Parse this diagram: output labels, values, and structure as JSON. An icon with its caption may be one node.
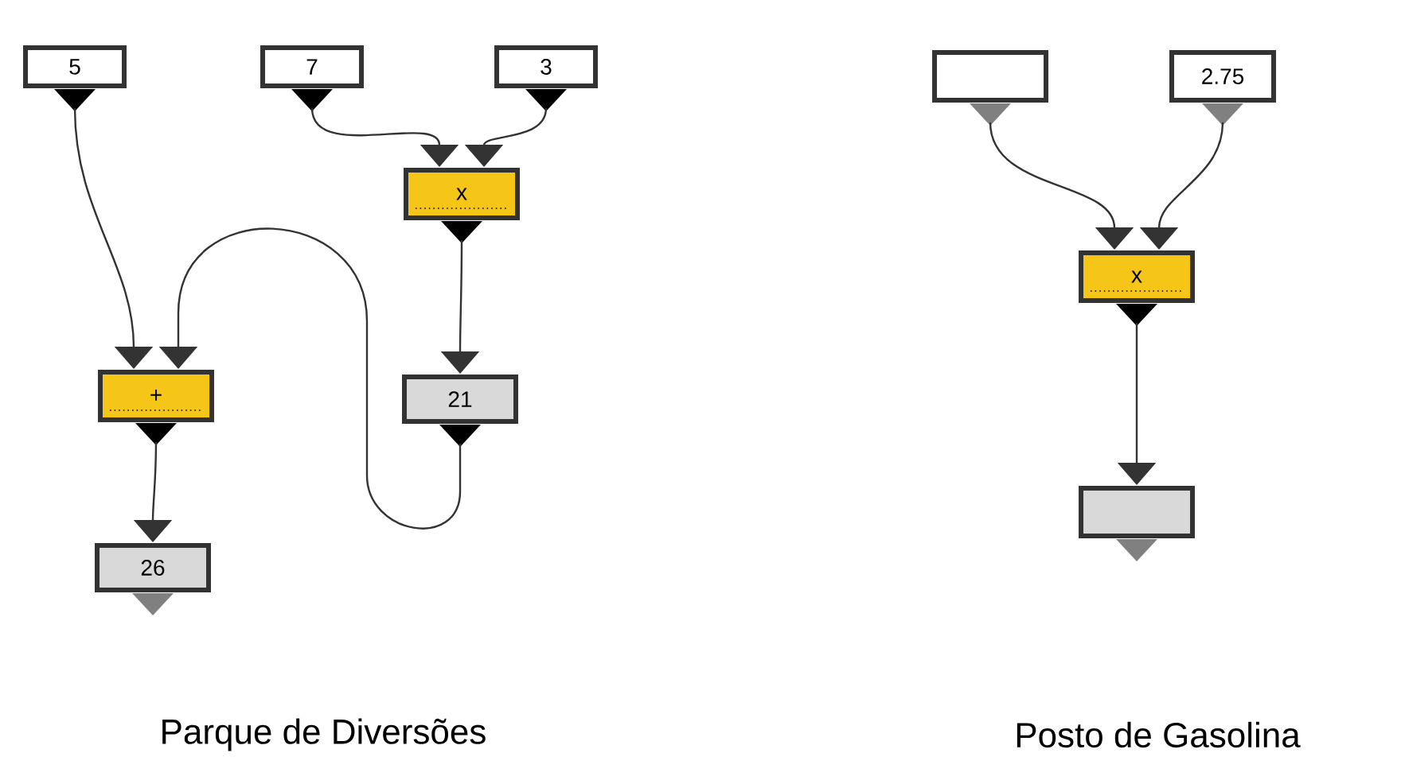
{
  "diagram": {
    "nodes": [
      {
        "text": [
          "5"
        ]
      },
      {
        "text": [
          "7"
        ]
      },
      {
        "text": [
          "3"
        ]
      },
      {
        "text": [
          "x"
        ]
      },
      {
        "text": [
          "21"
        ]
      },
      {
        "text": [
          "+"
        ]
      },
      {
        "text": [
          "26"
        ]
      },
      {
        "text": [],
        "shape": "box"
      },
      {
        "text": [
          "2.75"
        ]
      },
      {
        "text": [
          "x"
        ]
      },
      {
        "text": [],
        "shape": "box"
      }
    ],
    "edges": [
      {
        "from": 0,
        "to": 5,
        "arrow": "to"
      },
      {
        "from": 1,
        "to": 3,
        "arrow": "to"
      },
      {
        "from": 2,
        "to": 3,
        "arrow": "to"
      },
      {
        "from": 3,
        "to": 4,
        "arrow": "to"
      },
      {
        "from": 4,
        "to": 5,
        "arrow": "to"
      },
      {
        "from": 5,
        "to": 6,
        "arrow": "to"
      },
      {
        "from": 7,
        "to": 9,
        "arrow": "to"
      },
      {
        "from": 8,
        "to": 9,
        "arrow": "to"
      },
      {
        "from": 9,
        "to": 10,
        "arrow": "to"
      }
    ],
    "labels": [
      "Parque de Diversões",
      "Posto de Gasolina"
    ]
  }
}
